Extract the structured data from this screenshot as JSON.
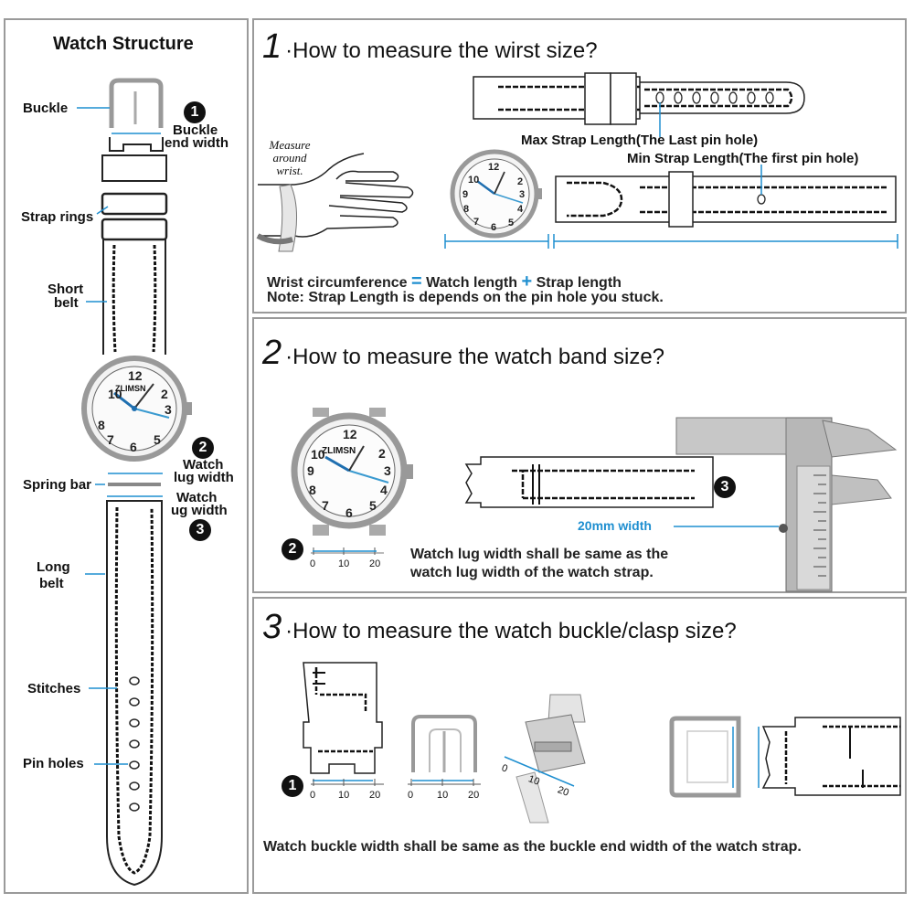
{
  "left": {
    "title": "Watch Structure",
    "labels": {
      "buckle": "Buckle",
      "buckle_end_width_1": "Buckle",
      "buckle_end_width_2": "end width",
      "strap_rings": "Strap rings",
      "short_belt_1": "Short",
      "short_belt_2": "belt",
      "watch_lug_width_a1": "Watch",
      "watch_lug_width_a2": "lug width",
      "spring_bar": "Spring bar",
      "watch_lug_width_b1": "Watch",
      "watch_lug_width_b2": "ug width",
      "long_belt_1": "Long",
      "long_belt_2": "belt",
      "stitches": "Stitches",
      "pin_holes": "Pin holes"
    },
    "badges": {
      "one": "1",
      "two": "2",
      "three": "3"
    },
    "brand": "ZLIMSN"
  },
  "section1": {
    "num": "1",
    "title": "·How to measure the wirst size?",
    "measure_text_1": "Measure",
    "measure_text_2": "around",
    "measure_text_3": "wrist.",
    "max_strap": "Max Strap Length(The Last pin hole)",
    "min_strap": "Min Strap Length(The first pin hole)",
    "formula_a": "Wrist circumference",
    "formula_eq": "=",
    "formula_b": "Watch length",
    "formula_plus": "+",
    "formula_c": "Strap length",
    "note": "Note: Strap Length is depends on the pin hole you stuck."
  },
  "section2": {
    "num": "2",
    "title": "·How to measure the watch band size?",
    "brand": "ZLIMSN",
    "badge2": "2",
    "badge3": "3",
    "width_label": "20mm width",
    "ruler": [
      "0",
      "10",
      "20"
    ],
    "note_1": "Watch lug width shall be same as the",
    "note_2": "watch lug width of the watch strap."
  },
  "section3": {
    "num": "3",
    "title": "·How to measure the watch buckle/clasp size?",
    "badge1": "1",
    "ruler": [
      "0",
      "10",
      "20"
    ],
    "note": "Watch buckle width shall be same as the buckle end width of the watch strap."
  },
  "colors": {
    "accent": "#1f8fd0",
    "border": "#9a9a9a",
    "ink": "#111111"
  }
}
